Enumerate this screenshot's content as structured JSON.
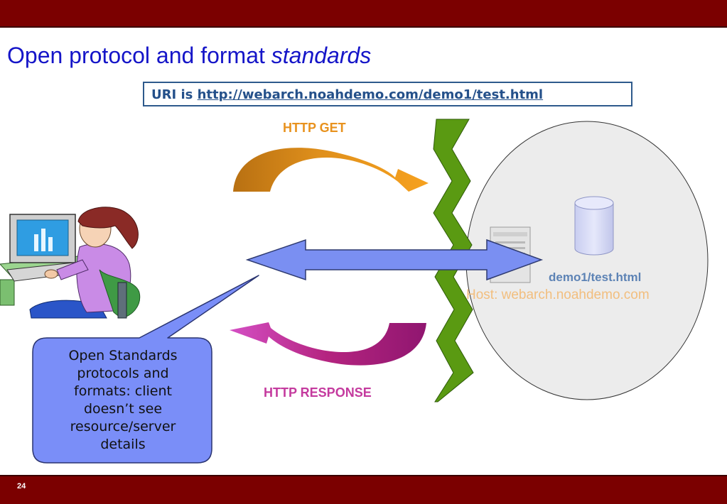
{
  "slide": {
    "title_main": "Open protocol and format ",
    "title_italic": "standards",
    "page_number": "24"
  },
  "uri": {
    "prefix": "URI is ",
    "link": "http://webarch.noahdemo.com/demo1/test.html"
  },
  "diagram": {
    "request_label": "HTTP GET",
    "response_label": "HTTP RESPONSE",
    "resource_label": "demo1/test.html",
    "host_label": "Host: webarch.noahdemo.com",
    "callout_lines": [
      "Open Standards",
      "protocols and",
      "formats: client",
      "doesn’t see",
      "resource/server",
      "details"
    ]
  },
  "colors": {
    "bar": "#7b0000",
    "title": "#1515c8",
    "uri_text": "#24508a",
    "get_label": "#e8921e",
    "response_label": "#c43a9e",
    "double_arrow": "#7a8ff2",
    "firewall": "#5a9a12",
    "callout_fill": "#7a8ef8",
    "server_cloud": "#ececec"
  },
  "icons": [
    "user-at-computer-icon",
    "server-tower-icon",
    "database-cylinder-icon",
    "firewall-icon"
  ]
}
